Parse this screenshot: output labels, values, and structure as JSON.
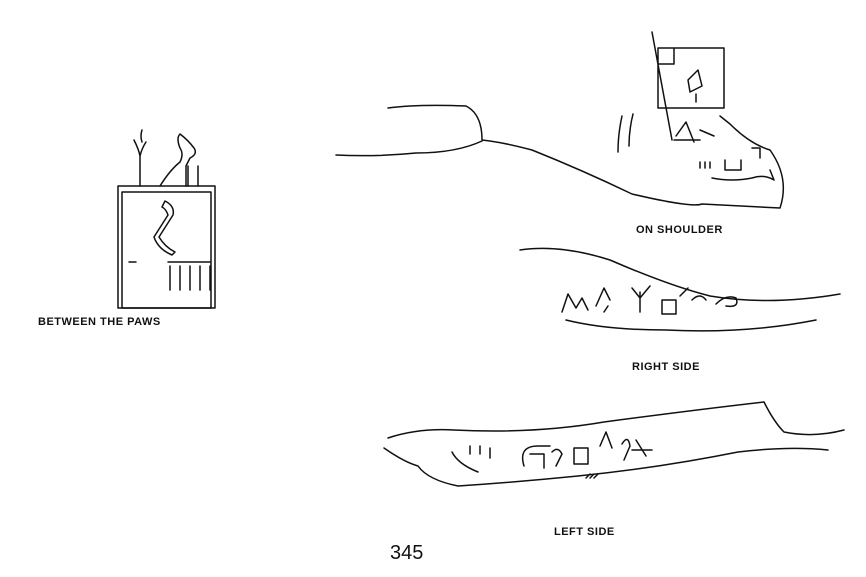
{
  "figures": [
    {
      "label": "BETWEEN THE PAWS"
    },
    {
      "label": "ON SHOULDER"
    },
    {
      "label": "RIGHT SIDE"
    },
    {
      "label": "LEFT SIDE"
    }
  ],
  "page_number": "345"
}
